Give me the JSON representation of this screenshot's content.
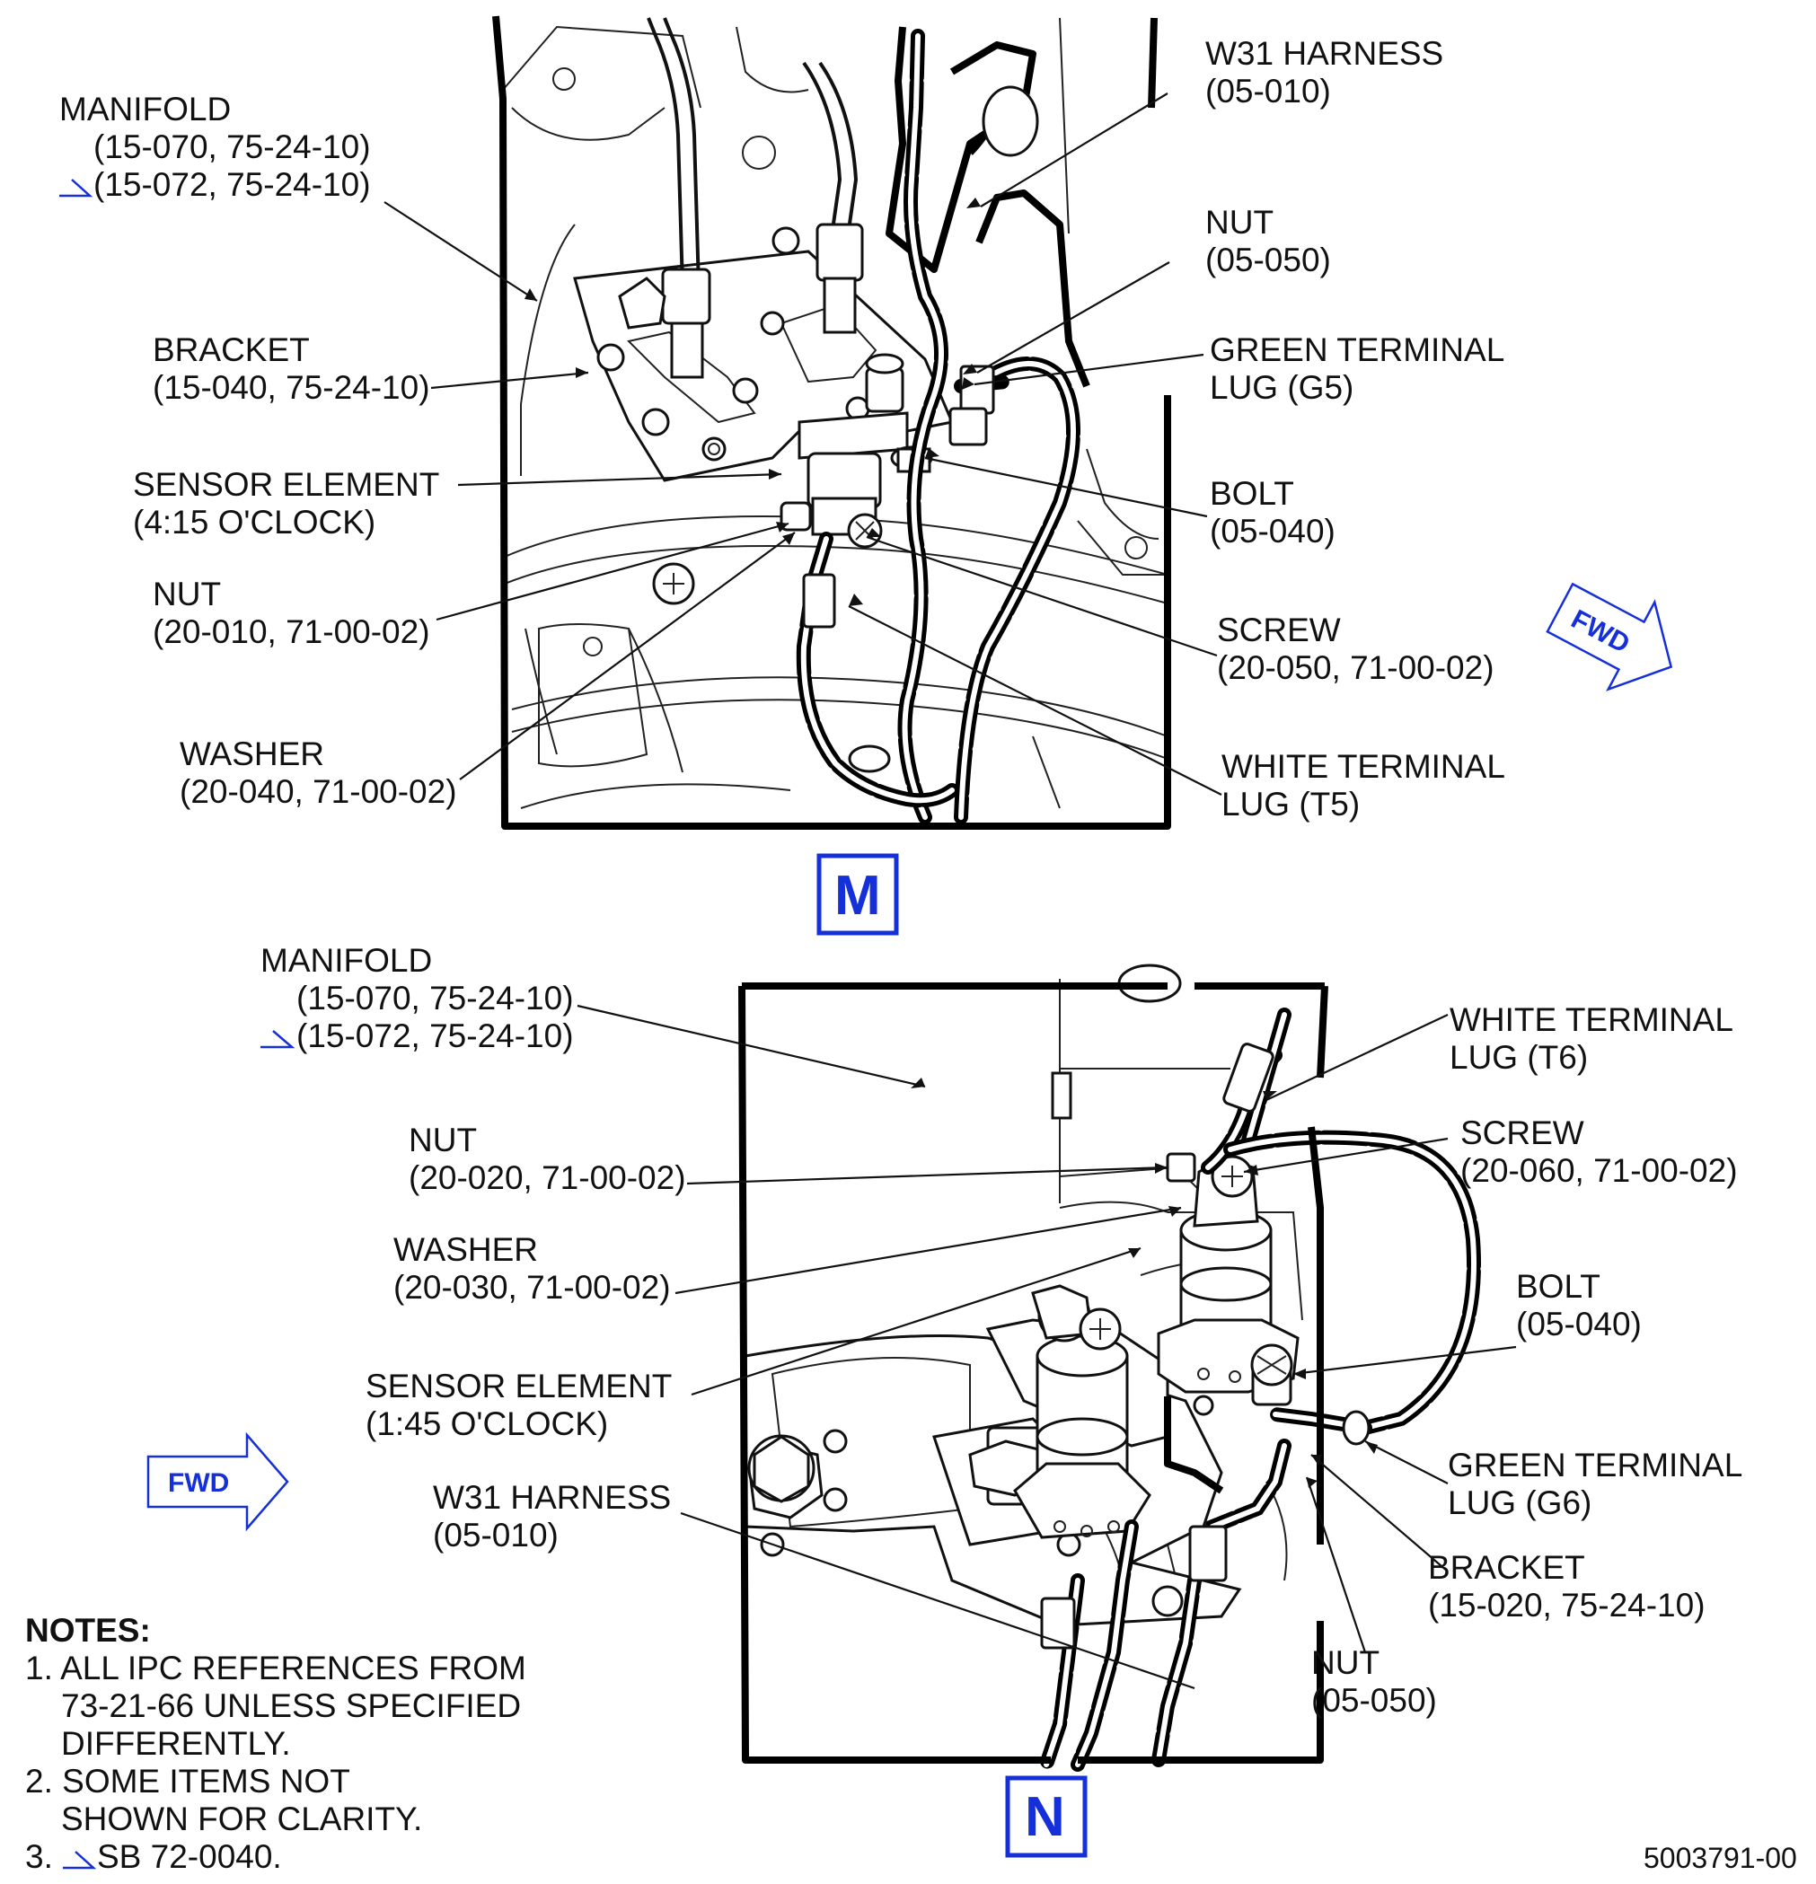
{
  "view_m": {
    "letter": "M",
    "labels": {
      "w31_harness": [
        "W31 HARNESS",
        "(05-010)"
      ],
      "manifold": [
        "MANIFOLD",
        "(15-070, 75-24-10)",
        "(15-072, 75-24-10)"
      ],
      "nut_top": [
        "NUT",
        "(05-050)"
      ],
      "green_lug": [
        "GREEN TERMINAL",
        "LUG (G5)"
      ],
      "bracket": [
        "BRACKET",
        "(15-040, 75-24-10)"
      ],
      "sensor": [
        "SENSOR ELEMENT",
        "(4:15 O'CLOCK)"
      ],
      "bolt": [
        "BOLT",
        "(05-040)"
      ],
      "nut_left": [
        "NUT",
        "(20-010, 71-00-02)"
      ],
      "screw": [
        "SCREW",
        "(20-050, 71-00-02)"
      ],
      "washer": [
        "WASHER",
        "(20-040, 71-00-02)"
      ],
      "white_lug": [
        "WHITE TERMINAL",
        "LUG (T5)"
      ]
    },
    "fwd": "FWD"
  },
  "view_n": {
    "letter": "N",
    "labels": {
      "manifold": [
        "MANIFOLD",
        "(15-070, 75-24-10)",
        "(15-072, 75-24-10)"
      ],
      "white_lug": [
        "WHITE TERMINAL",
        "LUG (T6)"
      ],
      "nut_left": [
        "NUT",
        "(20-020, 71-00-02)"
      ],
      "screw": [
        "SCREW",
        "(20-060, 71-00-02)"
      ],
      "washer": [
        "WASHER",
        "(20-030, 71-00-02)"
      ],
      "bolt": [
        "BOLT",
        "(05-040)"
      ],
      "sensor": [
        "SENSOR ELEMENT",
        "(1:45 O'CLOCK)"
      ],
      "green_lug": [
        "GREEN TERMINAL",
        "LUG (G6)"
      ],
      "w31_harness": [
        "W31 HARNESS",
        "(05-010)"
      ],
      "bracket": [
        "BRACKET",
        "(15-020, 75-24-10)"
      ],
      "nut_bottom": [
        "NUT",
        "(05-050)"
      ]
    },
    "fwd": "FWD"
  },
  "notes": {
    "heading": "NOTES:",
    "items": [
      [
        "1. ALL IPC REFERENCES FROM",
        "73-21-66 UNLESS SPECIFIED",
        "DIFFERENTLY."
      ],
      [
        "2. SOME ITEMS NOT",
        "SHOWN FOR CLARITY."
      ],
      [
        "3.",
        "SB 72-0040."
      ]
    ]
  },
  "figure_number": "5003791-00",
  "colors": {
    "callout_blue": "#1530d8",
    "line": "#000000",
    "background": "#ffffff"
  }
}
